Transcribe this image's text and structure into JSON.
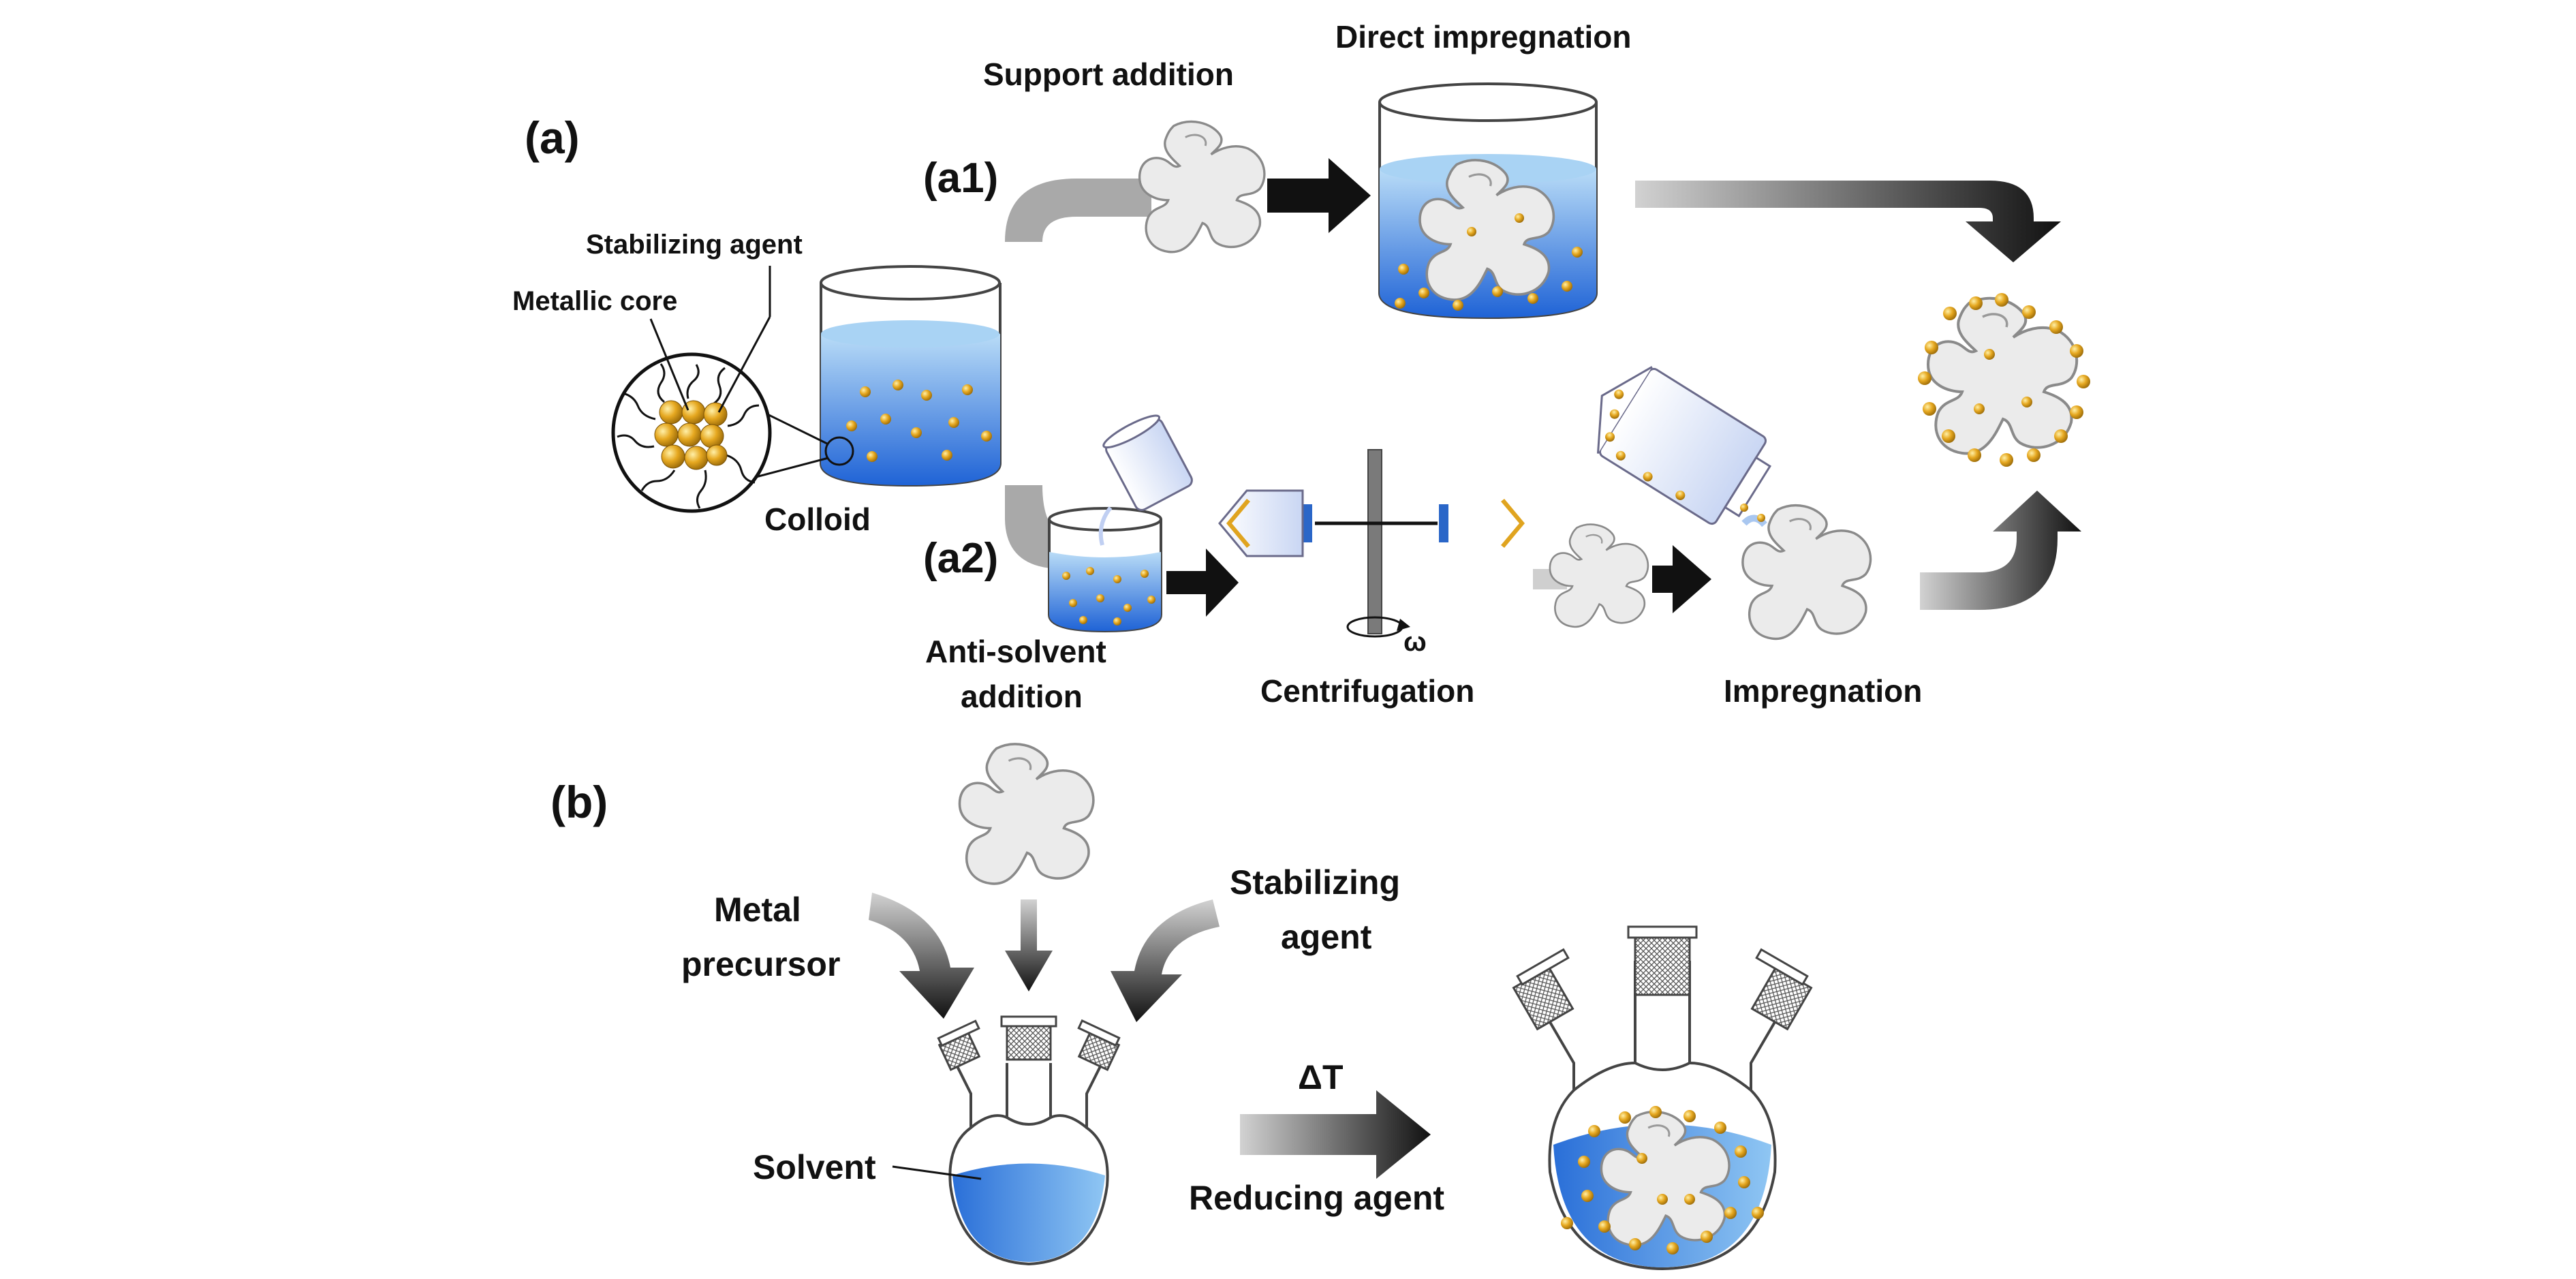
{
  "labels": {
    "panel_a": "(a)",
    "panel_a1": "(a1)",
    "panel_a2": "(a2)",
    "panel_b": "(b)",
    "support_addition": "Support addition",
    "direct_impregnation": "Direct impregnation",
    "stabilizing_agent_top": "Stabilizing agent",
    "metallic_core": "Metallic core",
    "colloid": "Colloid",
    "anti_solvent_line1": "Anti-solvent",
    "anti_solvent_line2": "addition",
    "centrifugation": "Centrifugation",
    "omega": "ω",
    "impregnation": "Impregnation",
    "metal_precursor_line1": "Metal",
    "metal_precursor_line2": "precursor",
    "stabilizing_agent_b_line1": "Stabilizing",
    "stabilizing_agent_b_line2": "agent",
    "delta_t": "ΔT",
    "reducing_agent": "Reducing agent",
    "solvent": "Solvent"
  },
  "colors": {
    "liquid_light": "#b9dcf7",
    "liquid_dark": "#1f63d6",
    "nanoparticle": "#e0a41f",
    "support_fill": "#ececec",
    "arrow_dark": "#111111",
    "arrow_light": "#cfcfcf"
  },
  "icons": [
    "beaker-icon",
    "support-particle-icon",
    "nanoparticle-icon",
    "centrifuge-icon",
    "three-neck-flask-icon",
    "arrow-icon"
  ]
}
